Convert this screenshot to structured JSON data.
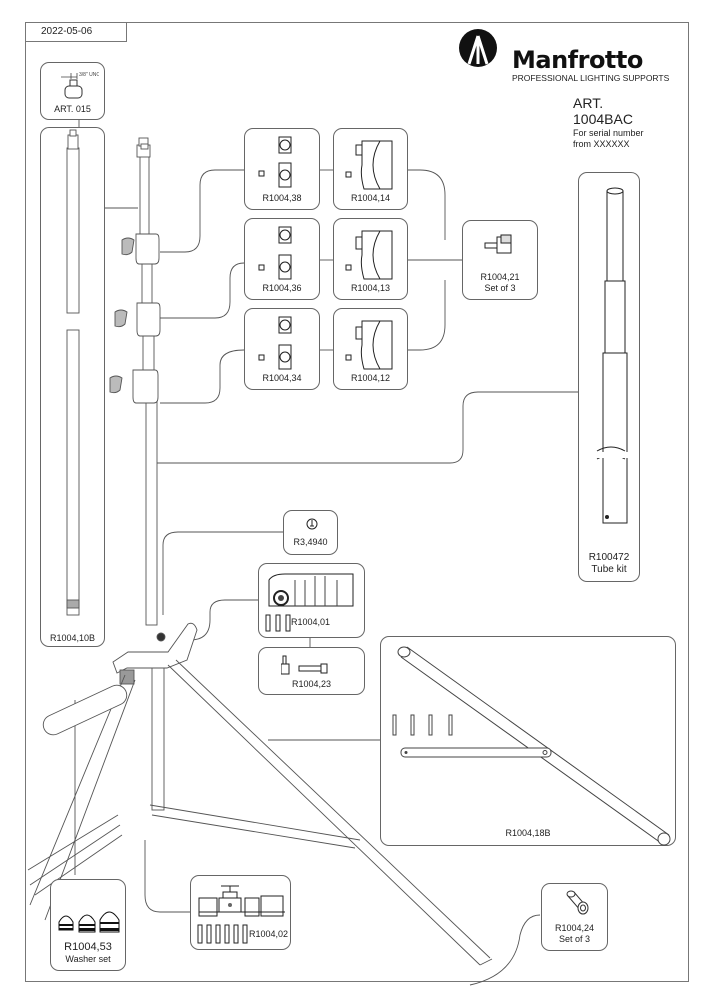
{
  "document": {
    "date": "2022-05-06",
    "brand": "Manfrotto",
    "brand_tagline": "PROFESSIONAL LIGHTING SUPPORTS",
    "article_label": "ART.",
    "article_number": "1004BAC",
    "serial_note_line1": "For serial number",
    "serial_note_line2": "from XXXXXX"
  },
  "parts": {
    "art015": {
      "code": "ART. 015",
      "dimension_note": "3/8\" UNC"
    },
    "r1004_10b": {
      "code": "R1004,10B"
    },
    "r1004_38": {
      "code": "R1004,38"
    },
    "r1004_14": {
      "code": "R1004,14"
    },
    "r1004_36": {
      "code": "R1004,36"
    },
    "r1004_13": {
      "code": "R1004,13"
    },
    "r1004_34": {
      "code": "R1004,34"
    },
    "r1004_12": {
      "code": "R1004,12"
    },
    "r1004_21": {
      "code": "R1004,21",
      "note": "Set of 3"
    },
    "r100472": {
      "code": "R100472",
      "note": "Tube kit"
    },
    "r3_4940": {
      "code": "R3,4940"
    },
    "r1004_01": {
      "code": "R1004,01"
    },
    "r1004_23": {
      "code": "R1004,23"
    },
    "r1004_18b": {
      "code": "R1004,18B"
    },
    "r1004_53": {
      "code": "R1004,53",
      "note": "Washer set"
    },
    "r1004_02": {
      "code": "R1004,02"
    },
    "r1004_24": {
      "code": "R1004,24",
      "note": "Set of 3"
    }
  }
}
